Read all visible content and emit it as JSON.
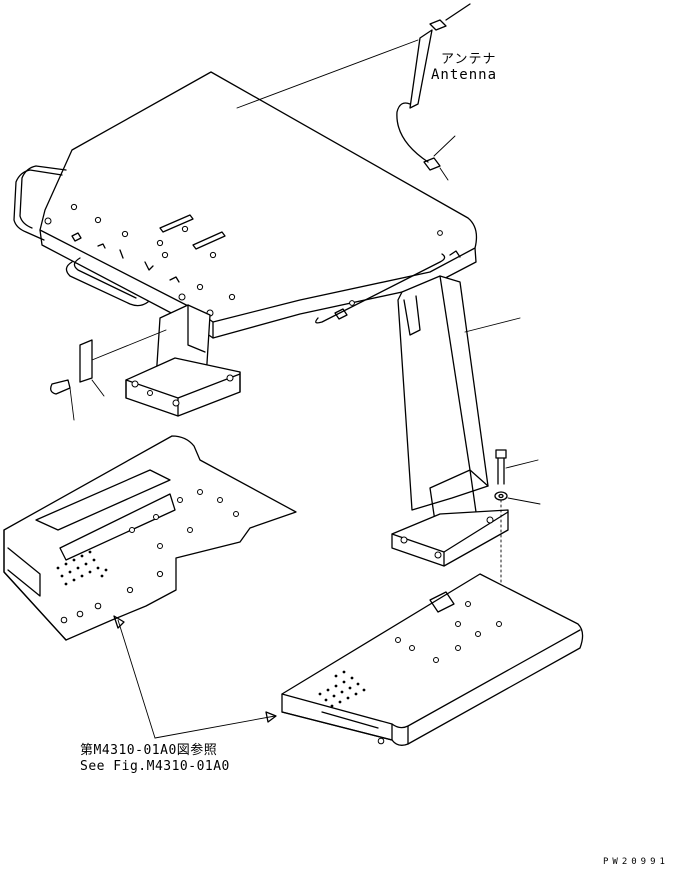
{
  "labels": {
    "antenna_jp": "アンテナ",
    "antenna_en": "Antenna",
    "reference_jp": "第M4310-01A0図参照",
    "reference_en": "See Fig.M4310-01A0",
    "drawing_id": "PW20991"
  },
  "colors": {
    "line": "#000000",
    "background": "#ffffff"
  }
}
